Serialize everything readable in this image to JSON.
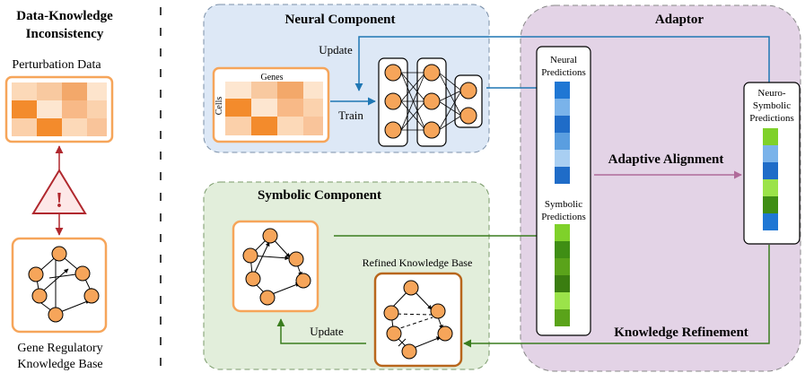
{
  "left_panel": {
    "title_line1": "Data-Knowledge",
    "title_line2": "Inconsistency",
    "perturbation_label": "Perturbation Data",
    "warning_symbol": "!",
    "kb_label_line1": "Gene Regulatory",
    "kb_label_line2": "Knowledge Base"
  },
  "neural": {
    "title": "Neural Component",
    "genes_label": "Genes",
    "cells_label": "Cells",
    "train_label": "Train",
    "update_label": "Update"
  },
  "symbolic": {
    "title": "Symbolic Component",
    "refined_label": "Refined Knowledge Base",
    "update_label": "Update"
  },
  "adaptor": {
    "title": "Adaptor",
    "neural_pred_line1": "Neural",
    "neural_pred_line2": "Predictions",
    "symbolic_pred_line1": "Symbolic",
    "symbolic_pred_line2": "Predictions",
    "ns_pred_line1": "Neuro-",
    "ns_pred_line2": "Symbolic",
    "ns_pred_line3": "Predictions",
    "alignment_label": "Adaptive Alignment",
    "refinement_label": "Knowledge Refinement"
  },
  "colors": {
    "neural_bg": "#dde8f6",
    "symbolic_bg": "#e2eedb",
    "adaptor_bg": "#e3d3e6",
    "orange": "#f6a55a",
    "blue_arrow": "#1f77b4",
    "green_arrow": "#3a7d1e",
    "purple_arrow": "#b06a9a",
    "warning_red": "#b0282e"
  }
}
